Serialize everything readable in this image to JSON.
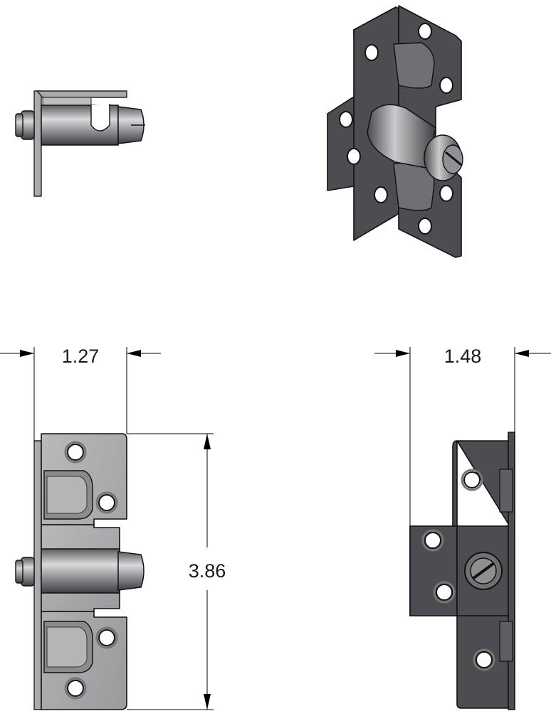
{
  "figure": {
    "views": [
      {
        "id": "top-view",
        "label": ""
      },
      {
        "id": "isometric-view",
        "label": ""
      },
      {
        "id": "front-view",
        "label": ""
      },
      {
        "id": "back-view",
        "label": ""
      }
    ],
    "dimensions": {
      "front_width": "1.27",
      "front_height": "3.86",
      "back_width": "1.48"
    },
    "colors": {
      "metal_dark": "#4b4d51",
      "metal_light": "#a9aaac",
      "outline": "#111111",
      "background": "#ffffff"
    }
  }
}
